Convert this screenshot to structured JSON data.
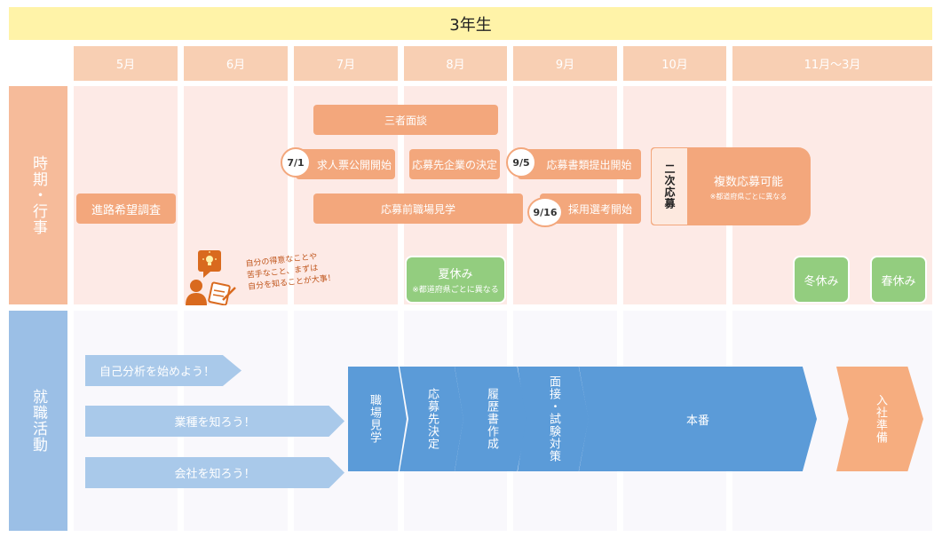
{
  "title": "3年生",
  "months": [
    "5月",
    "6月",
    "7月",
    "8月",
    "9月",
    "10月",
    "11月～3月"
  ],
  "side_labels": {
    "events": "時期・行事",
    "job_hunting": "就職活動"
  },
  "events": {
    "sansha": "三者面談",
    "kyujin": "求人票公開開始",
    "kyujin_date": "7/1",
    "kettei": "応募先企業の決定",
    "shorui": "応募書類提出開始",
    "shorui_date": "9/5",
    "shinro": "進路希望調査",
    "kengaku": "応募前職場見学",
    "saiyo": "採用選考開始",
    "saiyo_date": "9/16",
    "niji": "二次応募",
    "fukusu": "複数応募可能",
    "fukusu_note": "※都道府県ごとに異なる",
    "natsu": "夏休み",
    "natsu_note": "※都道府県ごとに異なる",
    "fuyu": "冬休み",
    "haru": "春休み",
    "advice": [
      "自分の得意なことや",
      "苦手なこと、まずは",
      "自分を知ることが大事！"
    ]
  },
  "prep_arrows": [
    "自己分析を始めよう！",
    "業種を知ろう！",
    "会社を知ろう！"
  ],
  "steps": [
    "職場見学",
    "応募先決定",
    "履歴書作成",
    "面接・試験対策",
    "本番",
    "入社準備"
  ],
  "colors": {
    "orange": "#f3a77c",
    "blue": "#5b9bd8",
    "green": "#93cd7f",
    "yellow": "#fff3a8"
  }
}
